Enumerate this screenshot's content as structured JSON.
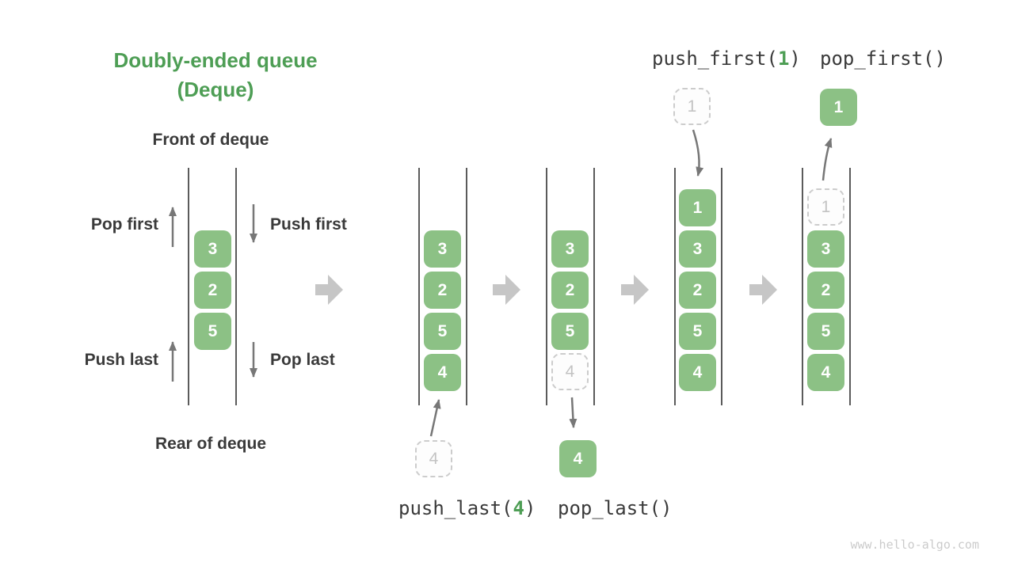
{
  "title": {
    "line1": "Doubly-ended queue",
    "line2": "(Deque)"
  },
  "labels": {
    "front": "Front of deque",
    "rear": "Rear of deque",
    "pop_first": "Pop first",
    "push_first": "Push first",
    "push_last": "Push last",
    "pop_last": "Pop last"
  },
  "queues": {
    "intro": {
      "items": [
        "3",
        "2",
        "5"
      ]
    },
    "after_push_last": {
      "items": [
        "3",
        "2",
        "5",
        "4"
      ],
      "staged": "4"
    },
    "after_pop_last": {
      "items": [
        "3",
        "2",
        "5"
      ],
      "ghost": "4",
      "popped": "4"
    },
    "after_push_first": {
      "items": [
        "1",
        "3",
        "2",
        "5",
        "4"
      ],
      "staged": "1"
    },
    "after_pop_first": {
      "items": [
        "3",
        "2",
        "5",
        "4"
      ],
      "ghost": "1",
      "popped": "1"
    }
  },
  "ops": {
    "push_last": {
      "pre": "push_last(",
      "arg": "4",
      "post": ")"
    },
    "pop_last": {
      "pre": "pop_last(",
      "arg": "",
      "post": ")"
    },
    "push_first": {
      "pre": "push_first(",
      "arg": "1",
      "post": ")"
    },
    "pop_first": {
      "pre": "pop_first(",
      "arg": "",
      "post": ")"
    }
  },
  "watermark": "www.hello-algo.com",
  "colors": {
    "box_green": "#8CC185",
    "accent_green": "#4E9E55",
    "text_dark": "#3A3A3A",
    "ghost_gray": "#C3C3C3",
    "thin_arrow_gray": "#777777",
    "block_arrow_gray": "#C6C6C6",
    "wall_gray": "#5B5B5B",
    "watermark_gray": "#CBCBCB"
  }
}
